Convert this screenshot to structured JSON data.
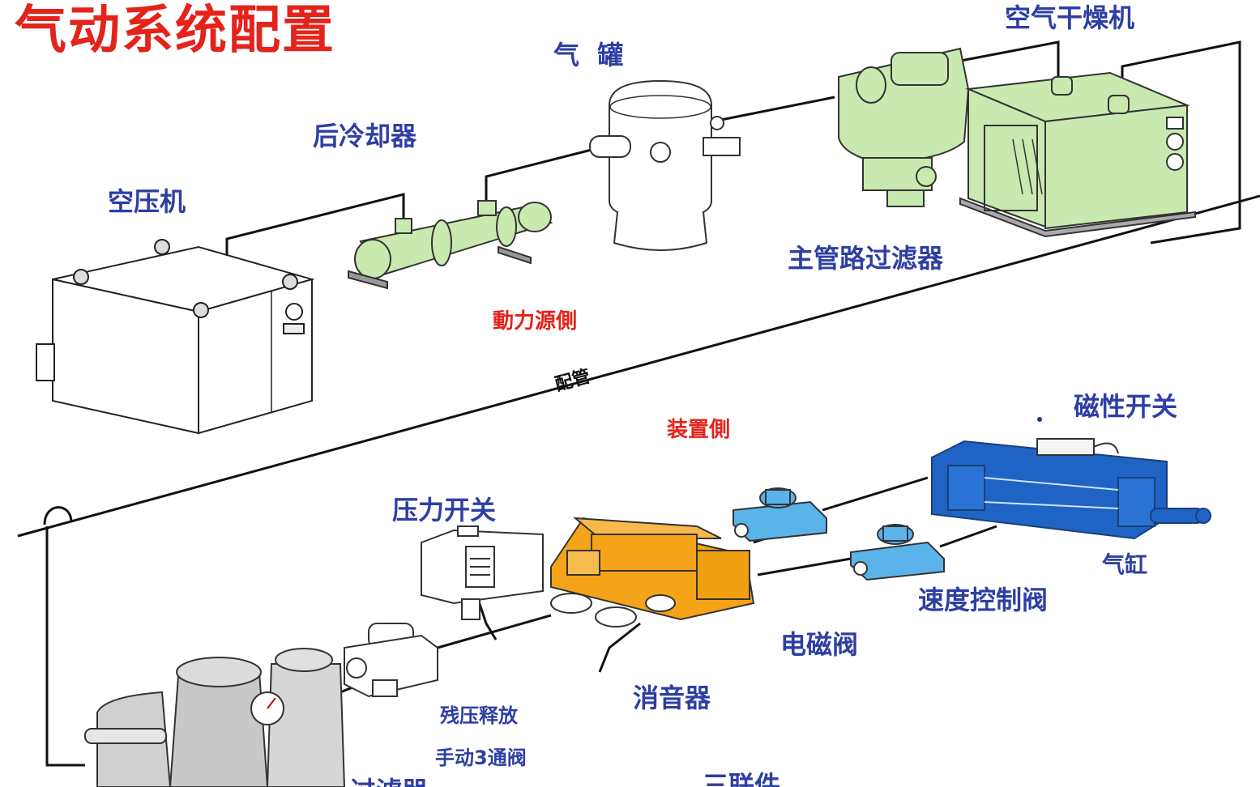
{
  "title": "气动系统配置",
  "power_side": {
    "section_label": "動力源側",
    "air_compressor": "空压机",
    "aftercooler": "后冷却器",
    "air_tank": "气  罐",
    "air_dryer": "空气干燥机",
    "main_line_filter": "主管路过滤器"
  },
  "piping_label": "配管",
  "device_side": {
    "section_label": "装置側",
    "magnetic_switch": "磁性开关",
    "pressure_switch": "压力开关",
    "cylinder": "气缸",
    "speed_control_valve": "速度控制阀",
    "solenoid_valve": "电磁阀",
    "silencer": "消音器",
    "residual_release": "残压释放",
    "manual_3way_valve": "手动3通阀",
    "frl_unit": "三联件",
    "filter_partial": "过滤器"
  },
  "colors": {
    "title_red": "#e4231b",
    "label_blue": "#2e3fa3",
    "equipment_green": "#c8eab0",
    "solenoid_orange": "#f5a318",
    "speed_valve_lightblue": "#5ab4ea",
    "cylinder_blue": "#1f63c4"
  }
}
